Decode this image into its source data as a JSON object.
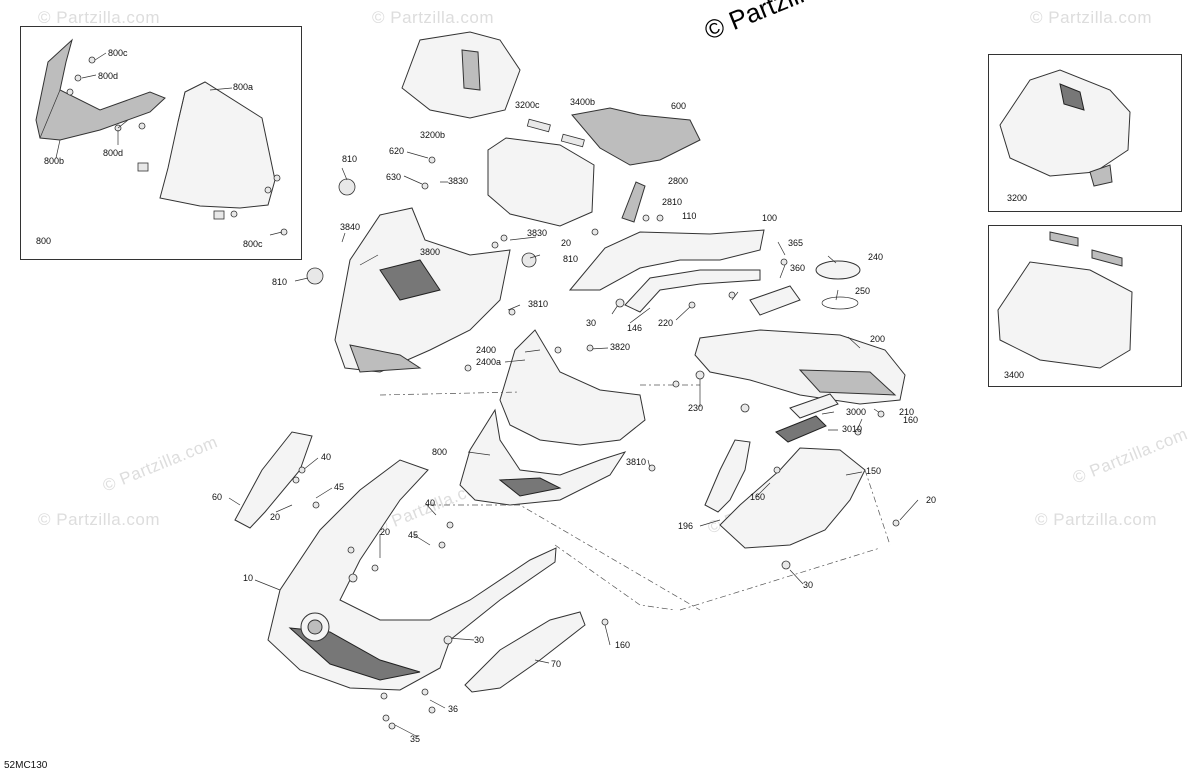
{
  "copyright": "© Partzilla",
  "watermark": "© Partzilla.com",
  "diagram_code": "52MC130",
  "icons": {
    "fairing": "front-fairing-icon",
    "windshield": "windshield-icon",
    "hardware": "fastener-icon"
  },
  "colors": {
    "line": "#333333",
    "watermark": "#dddddd",
    "background": "#ffffff"
  },
  "insets": {
    "windshield": {
      "labels": [
        "800c",
        "800d",
        "800a",
        "800b",
        "800d",
        "800",
        "800c"
      ]
    },
    "glovebox_lid": {
      "label": "3200"
    },
    "glovebox": {
      "label": "3400"
    }
  },
  "callouts": [
    "3200c",
    "3400b",
    "600",
    "3200b",
    "810",
    "620",
    "630",
    "3830",
    "2800",
    "2810",
    "110",
    "100",
    "3840",
    "3830",
    "20",
    "810",
    "3800",
    "365",
    "240",
    "360",
    "250",
    "810",
    "3810",
    "146",
    "220",
    "30",
    "200",
    "2400",
    "2400a",
    "3820",
    "230",
    "3000",
    "210",
    "3010",
    "160",
    "800",
    "3810",
    "150",
    "40",
    "45",
    "60",
    "20",
    "40",
    "20",
    "45",
    "160",
    "196",
    "20",
    "10",
    "30",
    "30",
    "160",
    "70",
    "36",
    "35"
  ]
}
